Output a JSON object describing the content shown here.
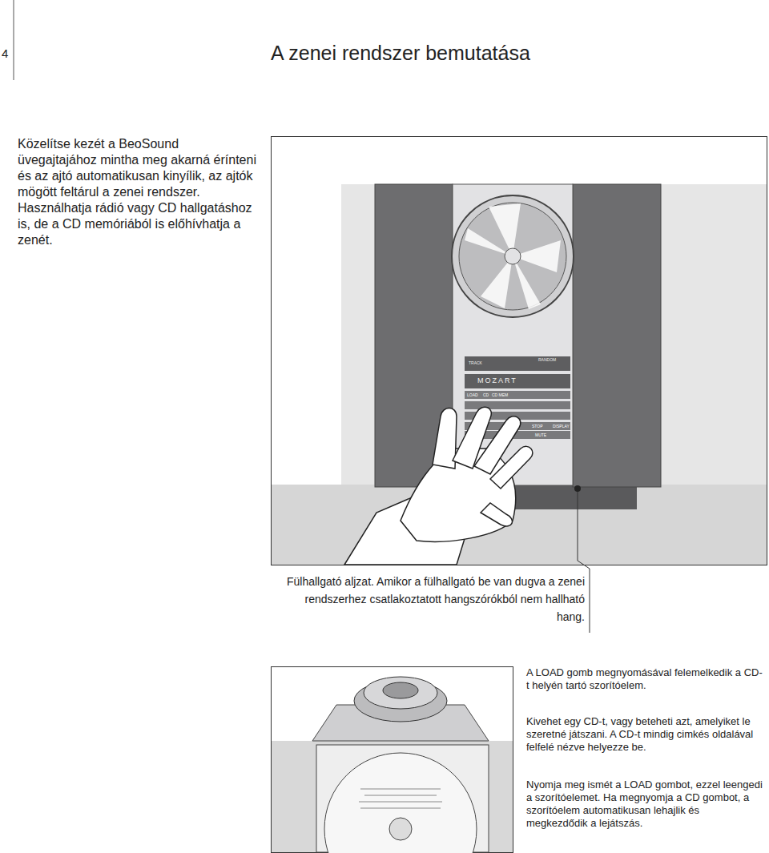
{
  "diagram": {
    "title": "A zenei rendszer bemutatása",
    "labels": [
      "4",
      "Közelítse kezét a BeoSound üvegajtajához mintha meg akarná érínteni és az ajtó automatikusan kinyílik, az ajtók mögött feltárul a zenei rendszer. Használhatja rádió vagy CD hallgatáshoz is, de a CD memóriából is előhívhatja a zenét.",
      "Fülhallgató aljzat. Amikor a fülhallgató be van dugva a zenei rendszerhez csatlakoztatott hangszórókból nem hallható hang.",
      "A LOAD gomb megnyomásával felemelkedik a CD-t helyén tartó szorítóelem.",
      "Kivehet egy CD-t, vagy beteheti azt, amelyiket le szeretné játszani. A CD-t mindig cimkés oldalával felfelé nézve helyezze be.",
      "Nyomja meg ismét a LOAD gombot, ezzel leengedi a szorítóelemet. Ha megnyomja a CD gombot, a szorítóelem automatikusan lehajlik és megkezdődik a lejátszás.",
      "MOZART",
      "TRACK",
      "RANDOM",
      "LOAD",
      "CD",
      "CD MEM",
      "STOP",
      "DISPLAY",
      "MUTE"
    ]
  }
}
